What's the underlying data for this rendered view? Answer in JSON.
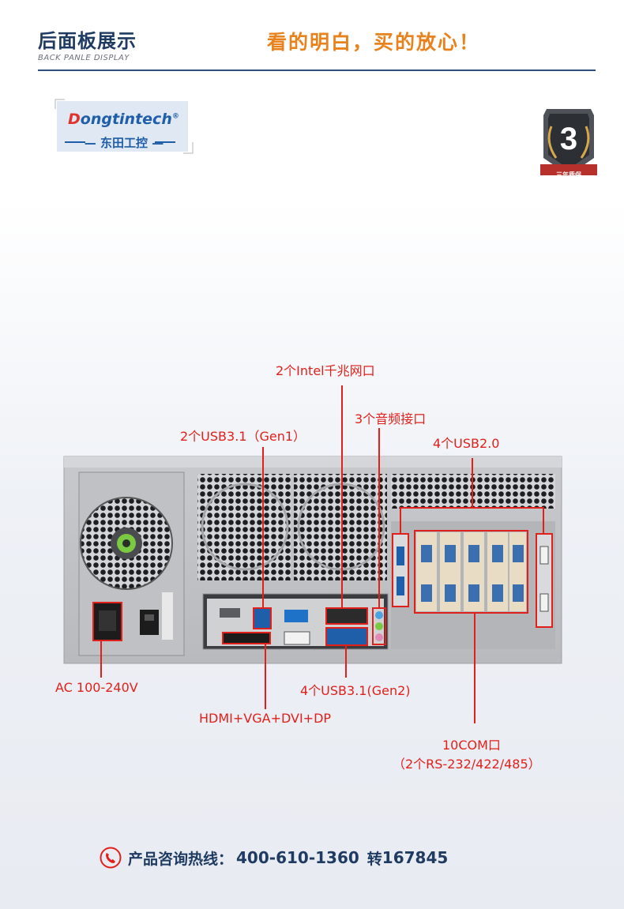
{
  "header": {
    "title": "后面板展示",
    "subtitle": "BACK PANLE DISPLAY",
    "slogan": "看的明白，买的放心！"
  },
  "logo": {
    "name_prefix": "D",
    "name_rest": "ongtintech",
    "registered": "®",
    "cn_name": "— 东田工控 —"
  },
  "warranty_badge": {
    "number": "3",
    "text": "三年质保"
  },
  "callouts": {
    "lan": "2个Intel千兆网口",
    "usb31_gen1": "2个USB3.1（Gen1）",
    "audio": "3个音频接口",
    "usb20": "4个USB2.0",
    "ac": "AC 100-240V",
    "usb31_gen2": "4个USB3.1(Gen2)",
    "video": "HDMI+VGA+DVI+DP",
    "com": "10COM口",
    "com_detail": "（2个RS-232/422/485）"
  },
  "footer": {
    "label": "产品咨询热线：",
    "phone": "400-610-1360",
    "ext_label": "转",
    "ext": "167845"
  },
  "colors": {
    "navy": "#1f3b62",
    "orange": "#e8821d",
    "red": "#e1201b",
    "chassis": "#c9cbce"
  },
  "icons": [
    "phone-icon",
    "warranty-shield-icon",
    "fan-icon",
    "power-switch-icon"
  ]
}
